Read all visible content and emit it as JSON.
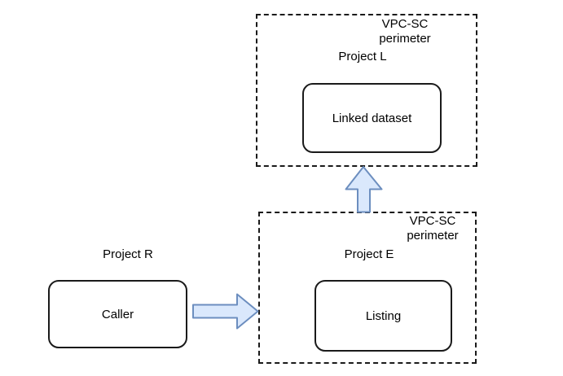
{
  "diagram": {
    "perimeter_top": {
      "label": "VPC-SC perimeter",
      "project": "Project L",
      "node": "Linked dataset"
    },
    "perimeter_bottom": {
      "label": "VPC-SC perimeter",
      "project": "Project E",
      "node": "Listing"
    },
    "caller_group": {
      "project": "Project R",
      "node": "Caller"
    },
    "colors": {
      "arrow_fill": "#dae8fc",
      "arrow_stroke": "#6c8ebf",
      "box_stroke": "#1a1a1a",
      "background": "#ffffff"
    }
  }
}
